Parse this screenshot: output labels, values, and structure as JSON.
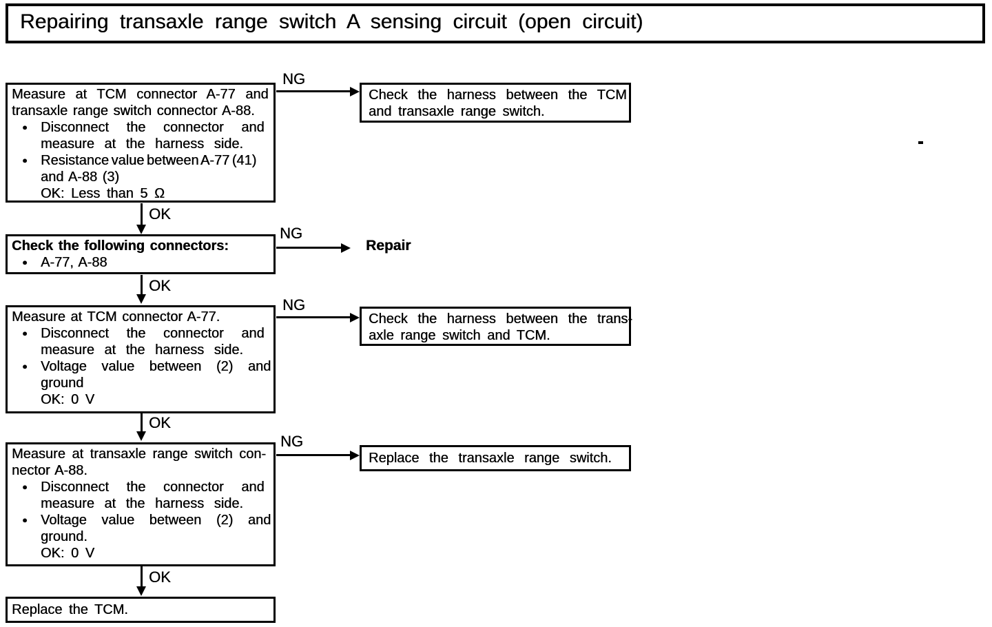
{
  "title_bar": {
    "text": "Repairing transaxle range switch A sensing circuit (open circuit)"
  },
  "labels": {
    "ng": "NG",
    "ok": "OK"
  },
  "steps": [
    {
      "lines": [
        "Measure at TCM connector A-77 and",
        "transaxle range switch connector A-88.",
        "Disconnect the connector and",
        "measure at the harness side.",
        "Resistance value between A-77 (41)",
        "and A-88 (3)",
        "OK: Less than 5 Ω"
      ]
    },
    {
      "lines": [
        "Check the following connectors:",
        "A-77, A-88"
      ]
    },
    {
      "lines": [
        "Measure at TCM connector A-77.",
        "Disconnect the connector and",
        "measure at the harness side.",
        "Voltage value between (2) and",
        "ground",
        "OK: 0 V"
      ]
    },
    {
      "lines": [
        "Measure at transaxle range switch con-",
        "nector A-88.",
        "Disconnect the connector and",
        "measure at the harness side.",
        "Voltage value between (2) and",
        "ground.",
        "OK: 0 V"
      ]
    },
    {
      "lines": [
        "Replace the TCM."
      ]
    }
  ],
  "ng_results": [
    {
      "lines": [
        "Check the harness between the TCM",
        "and transaxle range switch."
      ]
    },
    {
      "text": "Repair"
    },
    {
      "lines": [
        "Check the harness between the trans-",
        "axle range switch and TCM."
      ]
    },
    {
      "lines": [
        "Replace the transaxle range switch."
      ]
    }
  ]
}
